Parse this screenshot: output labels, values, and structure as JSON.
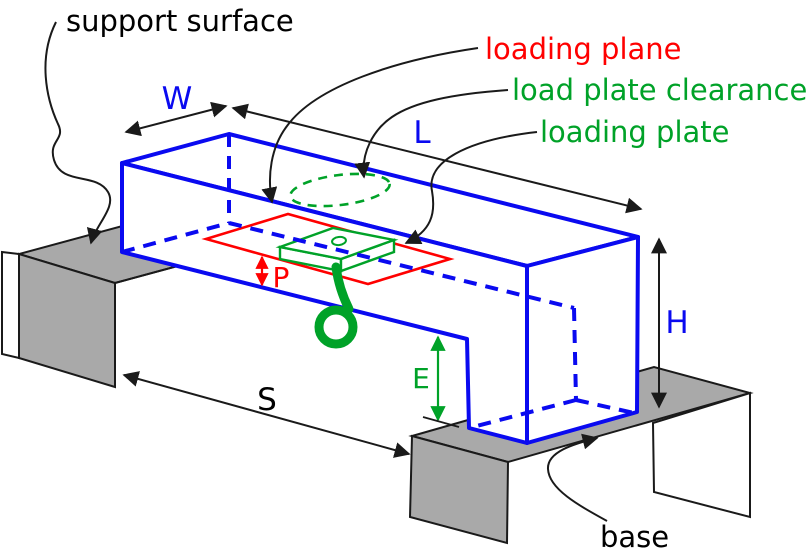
{
  "palette": {
    "blue": "#0a0af0",
    "red": "#ff0000",
    "green": "#00a228",
    "gray": "#a9a9a9",
    "black": "#1a1a1a"
  },
  "labels": {
    "support_surface": "support surface",
    "loading_plane": "loading plane",
    "load_plate_clearance": "load plate clearance",
    "loading_plate": "loading plate",
    "base": "base"
  },
  "dimensions": {
    "width": "W",
    "length": "L",
    "height": "H",
    "clearance_height": "E",
    "span": "S",
    "plane_depth": "P"
  }
}
